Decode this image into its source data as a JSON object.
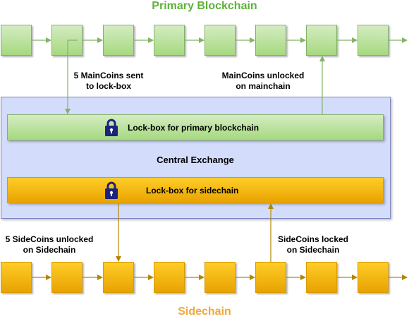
{
  "titles": {
    "primary": "Primary Blockchain",
    "sidechain": "Sidechain"
  },
  "primary_chain": {
    "block_count": 8
  },
  "sidechain_chain": {
    "block_count": 8
  },
  "exchange": {
    "label": "Central Exchange",
    "lockbox_primary": "Lock-box for primary blockchain",
    "lockbox_sidechain": "Lock-box for sidechain",
    "icon": "padlock-icon"
  },
  "annotations": {
    "maincoins_sent": [
      "5 MainCoins sent",
      "to lock-box"
    ],
    "maincoins_unlocked": [
      "MainCoins unlocked",
      "on mainchain"
    ],
    "sidecoins_unlocked": [
      "5 SideCoins unlocked",
      "on Sidechain"
    ],
    "sidecoins_locked": [
      "SideCoins locked",
      "on Sidechain"
    ]
  },
  "colors": {
    "green_title": "#5fb23a",
    "orange_title": "#f0a73a",
    "green_arrow": "#82b366",
    "orange_arrow": "#b38600",
    "exchange_fill": "#d4dcfc",
    "lock_icon": "#1a237e"
  }
}
